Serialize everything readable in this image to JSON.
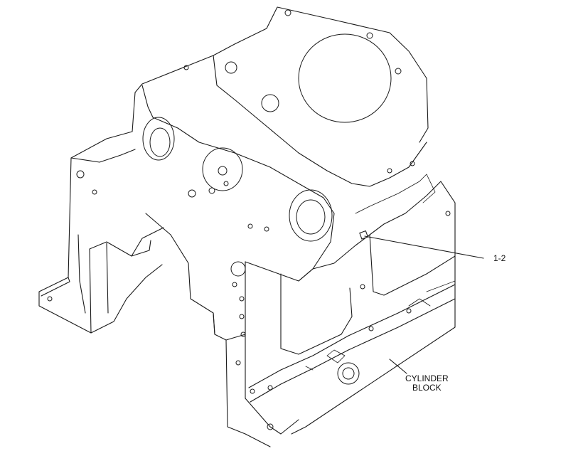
{
  "callouts": {
    "part_ref": "1-2",
    "cylinder_block_line1": "CYLINDER",
    "cylinder_block_line2": "BLOCK"
  }
}
